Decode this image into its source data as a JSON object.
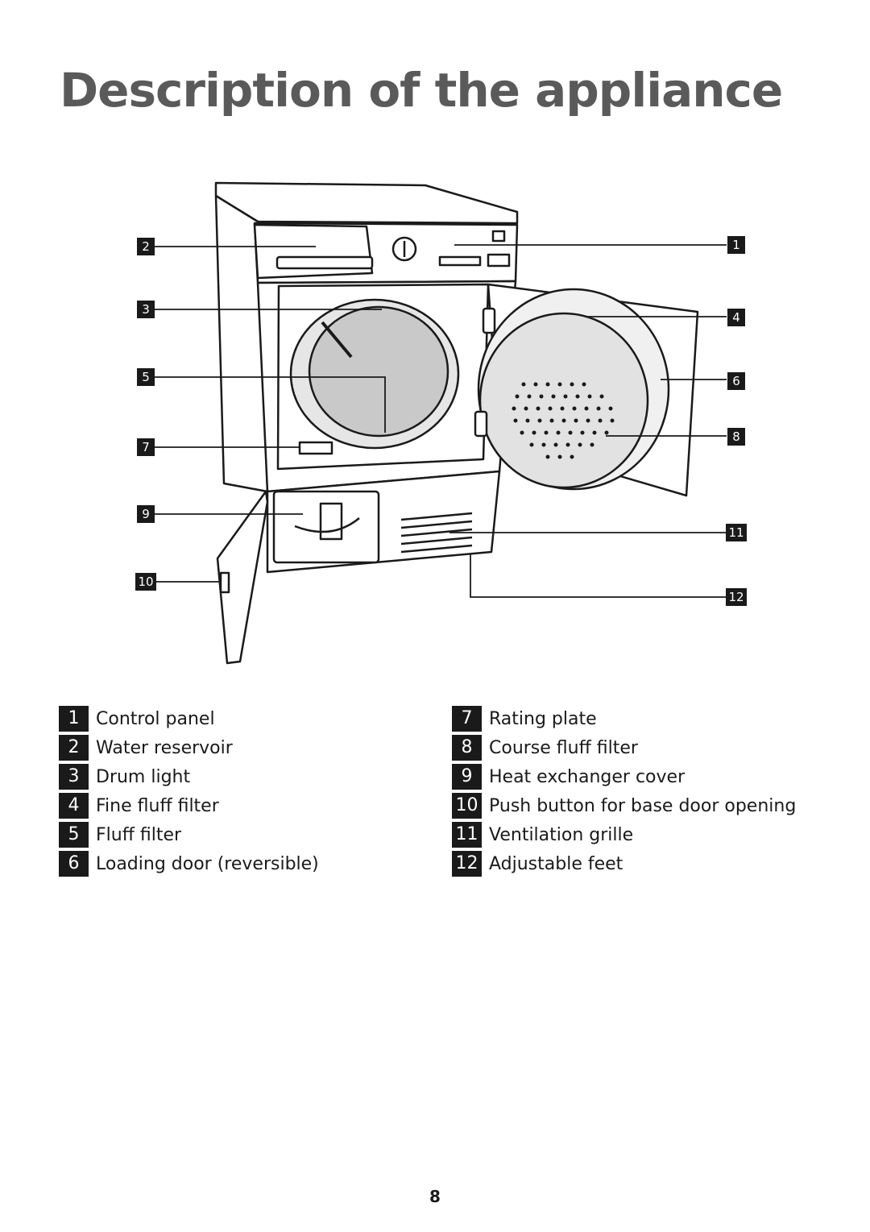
{
  "page": {
    "title": "Description of the appliance",
    "page_number": "8"
  },
  "callouts": [
    "1",
    "2",
    "3",
    "4",
    "5",
    "6",
    "7",
    "8",
    "9",
    "10",
    "11",
    "12"
  ],
  "legend": {
    "left": [
      {
        "num": "1",
        "label": "Control panel"
      },
      {
        "num": "2",
        "label": "Water reservoir"
      },
      {
        "num": "3",
        "label": "Drum light"
      },
      {
        "num": "4",
        "label": "Fine fluff filter"
      },
      {
        "num": "5",
        "label": "Fluff filter"
      },
      {
        "num": "6",
        "label": "Loading door (reversible)"
      }
    ],
    "right": [
      {
        "num": "7",
        "label": "Rating plate"
      },
      {
        "num": "8",
        "label": "Course fluff filter"
      },
      {
        "num": "9",
        "label": "Heat exchanger cover"
      },
      {
        "num": "10",
        "label": "Push button for base door opening"
      },
      {
        "num": "11",
        "label": "Ventilation grille"
      },
      {
        "num": "12",
        "label": "Adjustable feet"
      }
    ]
  }
}
